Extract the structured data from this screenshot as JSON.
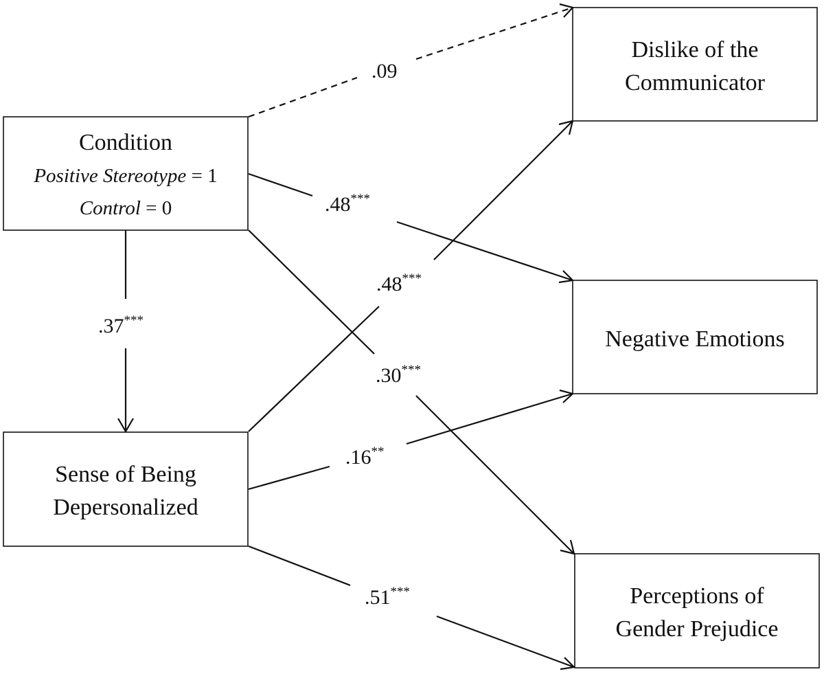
{
  "nodes": {
    "condition": {
      "title": "Condition",
      "line2_label": "Positive Stereotype",
      "line2_value": " = 1",
      "line3_label": "Control",
      "line3_value": " = 0"
    },
    "depersonalized": {
      "line1": "Sense of Being",
      "line2": "Depersonalized"
    },
    "dislike": {
      "line1": "Dislike of the",
      "line2": "Communicator"
    },
    "emotions": {
      "line1": "Negative Emotions"
    },
    "prejudice": {
      "line1": "Perceptions of",
      "line2": "Gender Prejudice"
    }
  },
  "paths": [
    {
      "id": "condition_dislike",
      "value": ".09",
      "stars": "",
      "style": "dashed"
    },
    {
      "id": "condition_emotions",
      "value": ".48",
      "stars": "***",
      "style": "solid"
    },
    {
      "id": "condition_depersonalized",
      "value": ".37",
      "stars": "***",
      "style": "solid"
    },
    {
      "id": "depersonalized_dislike",
      "value": ".48",
      "stars": "***",
      "style": "solid"
    },
    {
      "id": "condition_prejudice",
      "value": ".30",
      "stars": "***",
      "style": "solid"
    },
    {
      "id": "depersonalized_emotions",
      "value": ".16",
      "stars": "**",
      "style": "solid"
    },
    {
      "id": "depersonalized_prejudice",
      "value": ".51",
      "stars": "***",
      "style": "solid"
    }
  ]
}
